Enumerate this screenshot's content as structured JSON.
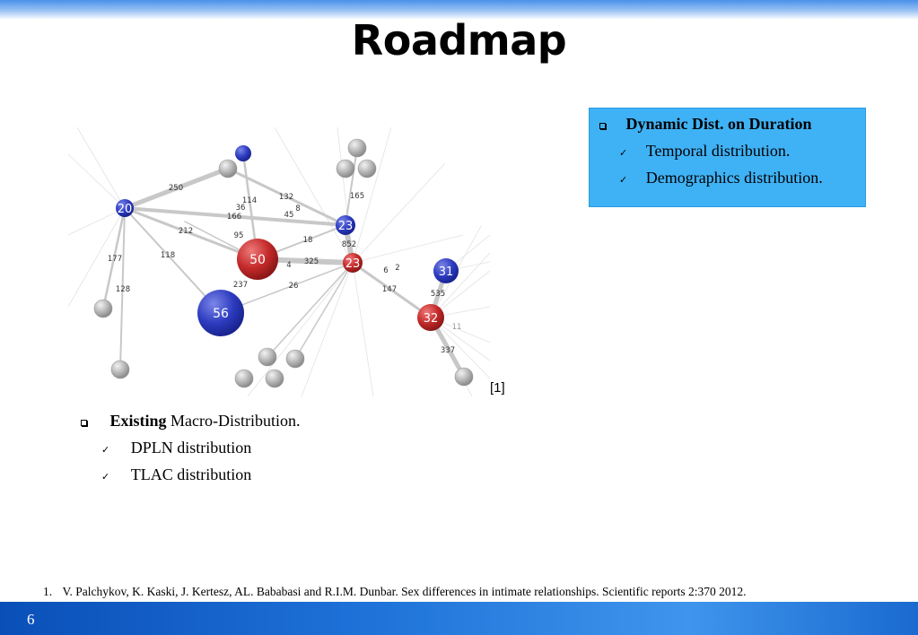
{
  "slide": {
    "title": "Roadmap",
    "page_number": "6",
    "ref_mark": "[1]"
  },
  "right_box": {
    "heading": "Dynamic Dist. on Duration",
    "items": [
      "Temporal distribution.",
      "Demographics distribution."
    ]
  },
  "left_list": {
    "heading_bold": "Existing",
    "heading_rest": " Macro-Distribution.",
    "items": [
      "DPLN distribution",
      "TLAC distribution"
    ]
  },
  "footnote": {
    "number": "1.",
    "text": "V. Palchykov, K. Kaski, J. Kertesz, AL. Bababasi and R.I.M. Dunbar. Sex differences in intimate relationships. Scientific reports 2:370 2012."
  },
  "network": {
    "nodes": [
      {
        "label": "20",
        "kind": "male"
      },
      {
        "label": "50",
        "kind": "female"
      },
      {
        "label": "56",
        "kind": "male"
      },
      {
        "label": "23",
        "kind": "male"
      },
      {
        "label": "23",
        "kind": "female"
      },
      {
        "label": "31",
        "kind": "male"
      },
      {
        "label": "32",
        "kind": "female"
      }
    ],
    "edge_labels": [
      "250",
      "114",
      "36",
      "166",
      "132",
      "8",
      "45",
      "165",
      "212",
      "95",
      "18",
      "852",
      "177",
      "118",
      "4",
      "325",
      "6",
      "2",
      "128",
      "237",
      "26",
      "147",
      "535",
      "11",
      "337"
    ],
    "colors": {
      "male": "#2b3bb8",
      "female": "#c02828",
      "unknown": "#aaaaaa",
      "edge": "#c8c8c8"
    }
  }
}
